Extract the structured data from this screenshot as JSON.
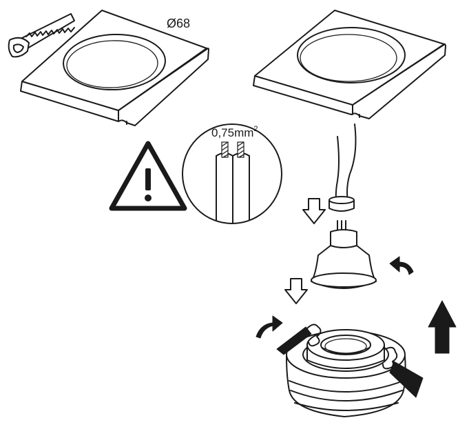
{
  "labels": {
    "hole_diameter": "Ø68",
    "wire_section": "0,75mm",
    "wire_section_exp": "2"
  },
  "colors": {
    "line": "#1a1a1a",
    "background": "#ffffff",
    "fill_dark": "#1a1a1a"
  },
  "icons": [
    "saw-icon",
    "warning-triangle-icon",
    "wire-magnifier-icon",
    "arrow-down-outline-icon",
    "arrow-up-filled-icon",
    "curved-arrow-icon"
  ]
}
